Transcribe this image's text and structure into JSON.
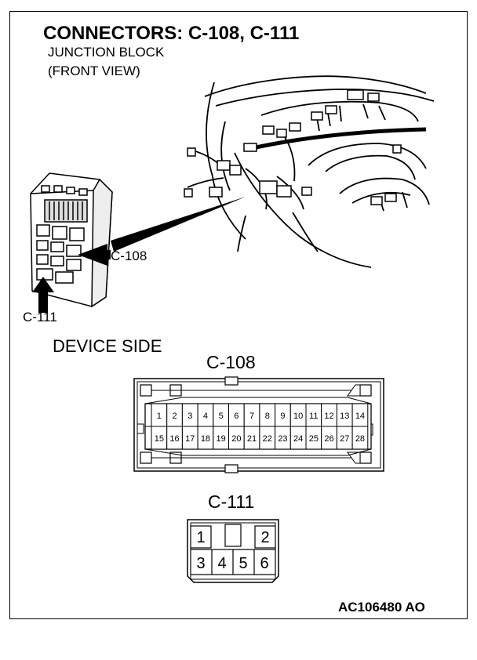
{
  "title": "CONNECTORS: C-108, C-111",
  "subtitle_line1": "JUNCTION BLOCK",
  "subtitle_line2": "(FRONT VIEW)",
  "callout_c108": "C-108",
  "callout_c111": "C-111",
  "device_side": "DEVICE SIDE",
  "connector_c108": {
    "label": "C-108",
    "row1": [
      "1",
      "2",
      "3",
      "4",
      "5",
      "6",
      "7",
      "8",
      "9",
      "10",
      "11",
      "12",
      "13",
      "14"
    ],
    "row2": [
      "15",
      "16",
      "17",
      "18",
      "19",
      "20",
      "21",
      "22",
      "23",
      "24",
      "25",
      "26",
      "27",
      "28"
    ]
  },
  "connector_c111": {
    "label": "C-111",
    "top": [
      "1",
      "2"
    ],
    "bottom": [
      "3",
      "4",
      "5",
      "6"
    ]
  },
  "figure_id": "AC106480 AO"
}
